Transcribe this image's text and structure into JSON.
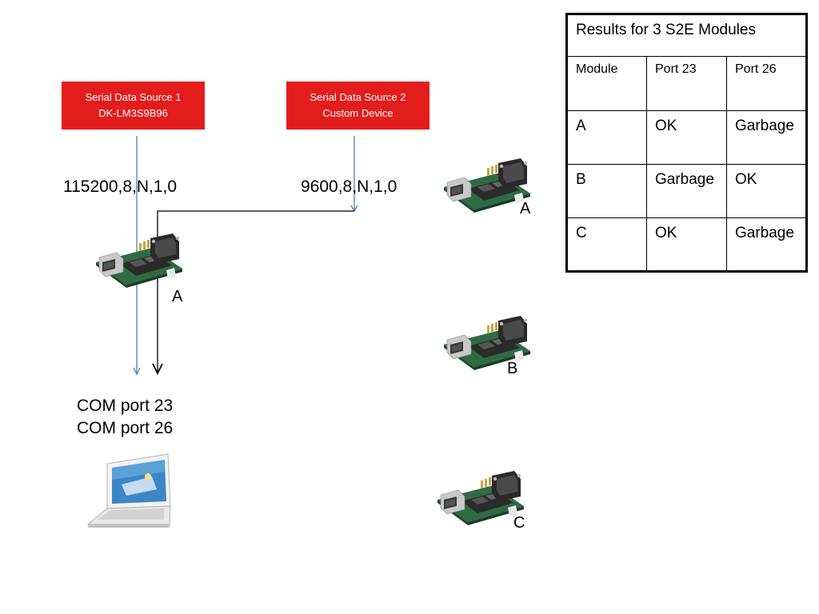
{
  "sources": [
    {
      "line1": "Serial Data Source 1",
      "line2": "DK-LM3S9B96"
    },
    {
      "line1": "Serial Data Source 2",
      "line2": "Custom Device"
    }
  ],
  "serial_settings": [
    "115200,8,N,1,0",
    "9600,8,N,1,0"
  ],
  "modules": {
    "left": "A",
    "right": [
      "A",
      "B",
      "C"
    ]
  },
  "com_ports": [
    "COM port 23",
    "COM port 26"
  ],
  "table": {
    "title": "Results for 3 S2E Modules",
    "headers": [
      "Module",
      "Port 23",
      "Port 26"
    ],
    "rows": [
      [
        "A",
        "OK",
        "Garbage"
      ],
      [
        "B",
        "Garbage",
        "OK"
      ],
      [
        "C",
        "OK",
        "Garbage"
      ]
    ]
  },
  "colors": {
    "source_box": "#e31c1c",
    "blue_line": "#4a7ebb",
    "black_line": "#000000"
  }
}
